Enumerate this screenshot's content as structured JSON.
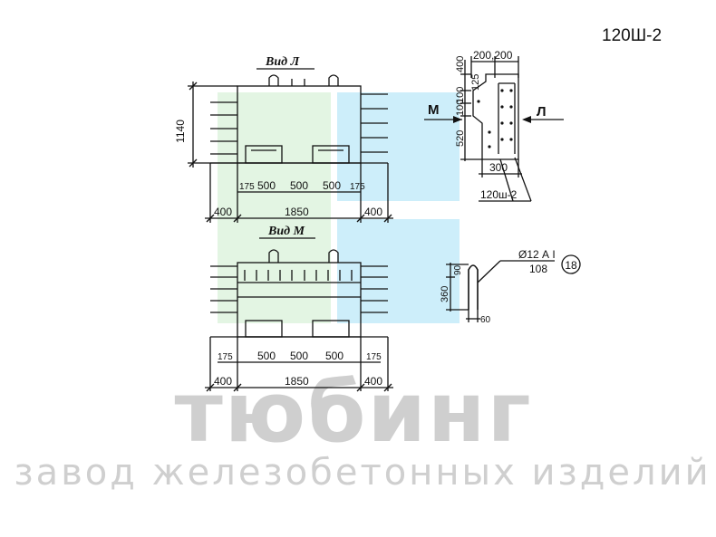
{
  "watermark": {
    "brand": "тюбинг",
    "subtitle": "завод железобетонных изделий",
    "colors": {
      "green": "#e3f5e3",
      "blue": "#cdeefa",
      "gray": "#cfcfcf"
    }
  },
  "product_code": "120Ш-2",
  "view_l": {
    "title": "Вид Л",
    "height_dim": "1140",
    "dims": [
      "175",
      "500",
      "500",
      "500",
      "175"
    ],
    "total": "1850",
    "side_left": "400",
    "side_right": "400"
  },
  "view_m": {
    "title": "Вид М",
    "dims": [
      "175",
      "500",
      "500",
      "500",
      "175"
    ],
    "total": "1850",
    "side_left": "400",
    "side_right": "400"
  },
  "section": {
    "top_dims": "200,200",
    "v_dims": [
      "400",
      "125",
      "100",
      "100",
      "520"
    ],
    "bottom_dim": "300",
    "label_m": "М",
    "label_l": "Л",
    "callout": "120ш-2"
  },
  "rebar": {
    "spec": "Ø12 А I",
    "length": "108",
    "mark": "18",
    "dims": [
      "360",
      "90",
      "60"
    ]
  },
  "colors": {
    "line": "#111111"
  }
}
